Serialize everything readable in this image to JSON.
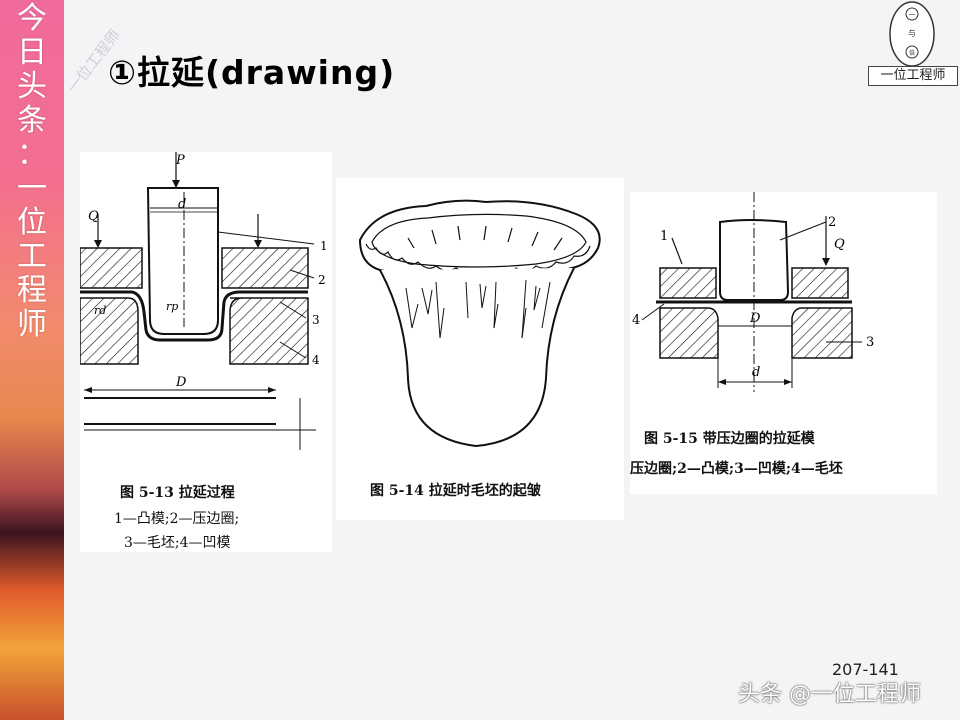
{
  "sidebar": {
    "chars": [
      "今",
      "日",
      "头",
      "条",
      "：",
      "一",
      "位",
      "工",
      "程",
      "师"
    ]
  },
  "watermark_diagonal": "一位工程师",
  "title": "①拉延(drawing)",
  "logo": {
    "caption": "一位工程师",
    "glyphs": [
      "一",
      "与",
      "倍"
    ]
  },
  "figures": {
    "fig13": {
      "caption_line1": "图 5-13  拉延过程",
      "caption_line2": "1—凸模;2—压边圈;",
      "caption_line3": "3—毛坯;4—凹模",
      "labels": {
        "P": "P",
        "d": "d",
        "Q": "Q",
        "rd": "rd",
        "rp": "rp",
        "D": "D",
        "n1": "1",
        "n2": "2",
        "n3": "3",
        "n4": "4"
      }
    },
    "fig14": {
      "caption": "图 5-14  拉延时毛坯的起皱"
    },
    "fig15": {
      "caption_line1": "图 5-15  带压边圈的拉延模",
      "caption_line2": "压边圈;2—凸模;3—凹模;4—毛坯",
      "labels": {
        "n1": "1",
        "n2": "2",
        "n3": "3",
        "n4": "4",
        "Q": "Q",
        "D": "D",
        "d": "d"
      }
    }
  },
  "page_number": "207-141",
  "footer_watermark": "头条 @一位工程师",
  "colors": {
    "hatch": "#111111",
    "background": "#f4f4f6"
  }
}
